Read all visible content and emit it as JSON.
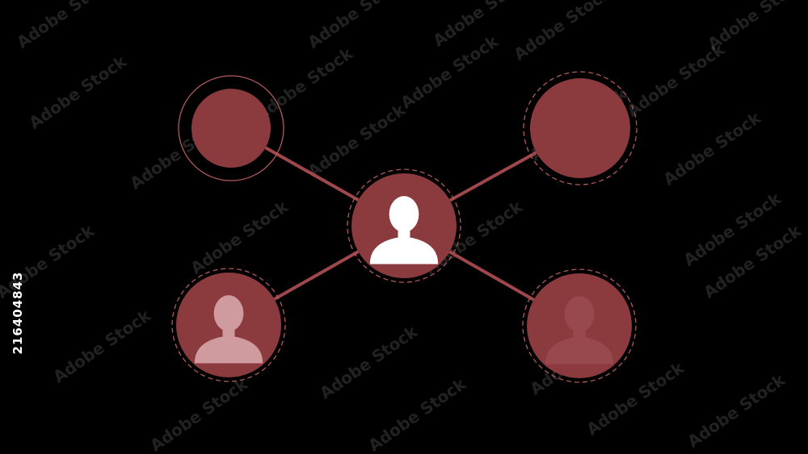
{
  "watermark": {
    "text": "Adobe Stock"
  },
  "stock_id": "216404843",
  "colors": {
    "background": "#000000",
    "node_fill": "#8b3a3e",
    "connector": "#a0474c",
    "ring_stroke": "#b05a5e",
    "avatar_primary": "#ffffff",
    "avatar_faded": "#d8a6a9",
    "avatar_ghost": "#9a4b50"
  },
  "nodes": [
    {
      "id": "center",
      "avatar": "person-icon",
      "avatar_style": "solid",
      "ring": "dashed"
    },
    {
      "id": "top-left",
      "avatar": null,
      "ring": "thin-solid"
    },
    {
      "id": "top-right",
      "avatar": null,
      "ring": "dashed"
    },
    {
      "id": "bottom-left",
      "avatar": "person-icon",
      "avatar_style": "faded",
      "ring": "dashed"
    },
    {
      "id": "bottom-right",
      "avatar": "person-icon",
      "avatar_style": "ghost",
      "ring": "dashed"
    }
  ],
  "edges": [
    [
      "center",
      "top-left"
    ],
    [
      "center",
      "top-right"
    ],
    [
      "center",
      "bottom-left"
    ],
    [
      "center",
      "bottom-right"
    ]
  ]
}
